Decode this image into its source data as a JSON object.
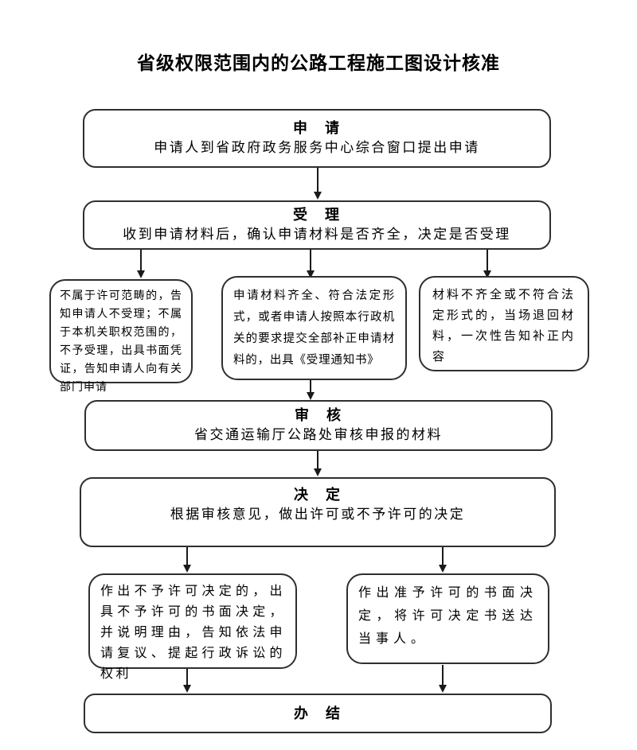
{
  "page": {
    "title": "省级权限范围内的公路工程施工图设计核准"
  },
  "flow": {
    "apply": {
      "heading": "申　请",
      "body": "申请人到省政府政务服务中心综合窗口提出申请"
    },
    "accept": {
      "heading": "受　理",
      "body": "收到申请材料后，确认申请材料是否齐全，决定是否受理"
    },
    "not_accepted": {
      "body": "不属于许可范畴的，告知申请人不受理；不属于本机关职权范围的，不予受理，出具书面凭证，告知申请人向有关部门申请"
    },
    "accepted": {
      "body": "申请材料齐全、符合法定形式，或者申请人按照本行政机关的要求提交全部补正申请材料的，出具《受理通知书》"
    },
    "returned": {
      "body": "材料不齐全或不符合法定形式的，当场退回材料，一次性告知补正内容"
    },
    "review": {
      "heading": "审　核",
      "body": "省交通运输厅公路处审核申报的材料"
    },
    "decision": {
      "heading": "决　定",
      "body": "根据审核意见，做出许可或不予许可的决定"
    },
    "deny": {
      "body": "作出不予许可决定的，出具不予许可的书面决定，并说明理由，告知依法申请复议、提起行政诉讼的权利"
    },
    "grant": {
      "body": "作出准予许可的书面决定，将许可决定书送达当事人。"
    },
    "complete": {
      "heading": "办　结"
    }
  }
}
